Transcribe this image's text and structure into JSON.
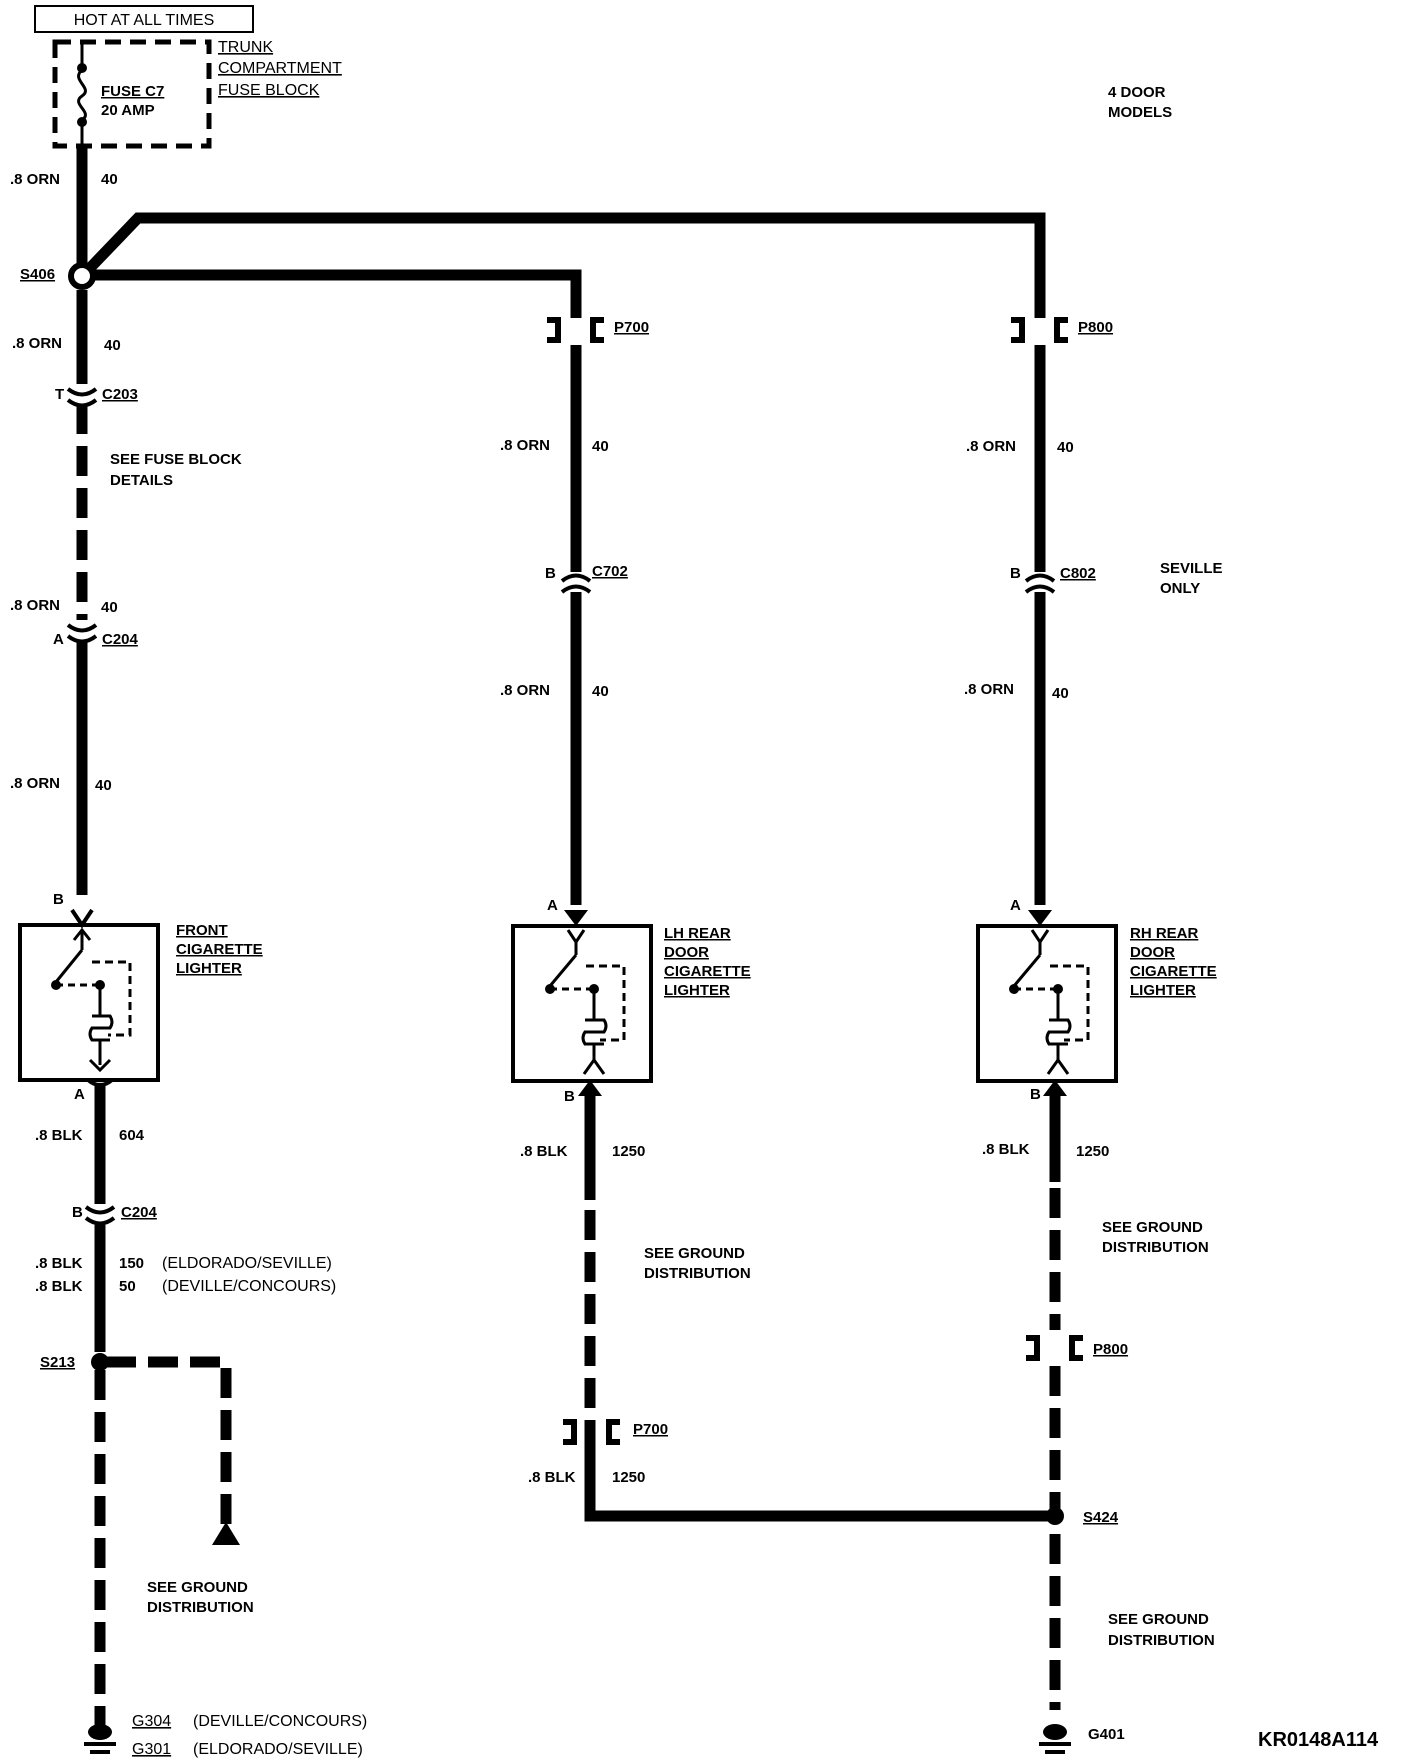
{
  "header": {
    "hot_label": "HOT AT ALL TIMES",
    "fuse_block": [
      "TRUNK",
      "COMPARTMENT",
      "FUSE BLOCK"
    ],
    "fuse_name": "FUSE C7",
    "fuse_rating": "20 AMP",
    "model_note": [
      "4 DOOR",
      "MODELS"
    ],
    "seville_note": [
      "SEVILLE",
      "ONLY"
    ],
    "diagram_id": "KR0148A114"
  },
  "wires": {
    "orn": ".8 ORN",
    "circuit_40": "40",
    "blk": ".8 BLK",
    "blk_sp": ".8  BLK",
    "circuit_604": "604",
    "circuit_150": "150",
    "circuit_50": "50",
    "circuit_1250": "1250",
    "eldorado_seville": "(ELDORADO/SEVILLE)",
    "deville_concours": "(DEVILLE/CONCOURS)"
  },
  "splices": {
    "s406": "S406",
    "s213": "S213",
    "s424": "S424"
  },
  "connectors": {
    "c203": "C203",
    "c204": "C204",
    "c702": "C702",
    "c802": "C802",
    "p700": "P700",
    "p800": "P800",
    "pin_a": "A",
    "pin_b": "B",
    "pin_t": "T"
  },
  "notes": {
    "fuse_details": [
      "SEE FUSE BLOCK",
      "DETAILS"
    ],
    "ground_dist": [
      "SEE GROUND",
      "DISTRIBUTION"
    ]
  },
  "components": {
    "front": [
      "FRONT",
      "CIGARETTE",
      "LIGHTER"
    ],
    "lh": [
      "LH REAR",
      "DOOR",
      "CIGARETTE",
      "LIGHTER"
    ],
    "rh": [
      "RH REAR",
      "DOOR",
      "CIGARETTE",
      "LIGHTER"
    ]
  },
  "grounds": {
    "g304": "G304",
    "g301": "G301",
    "g401": "G401"
  }
}
